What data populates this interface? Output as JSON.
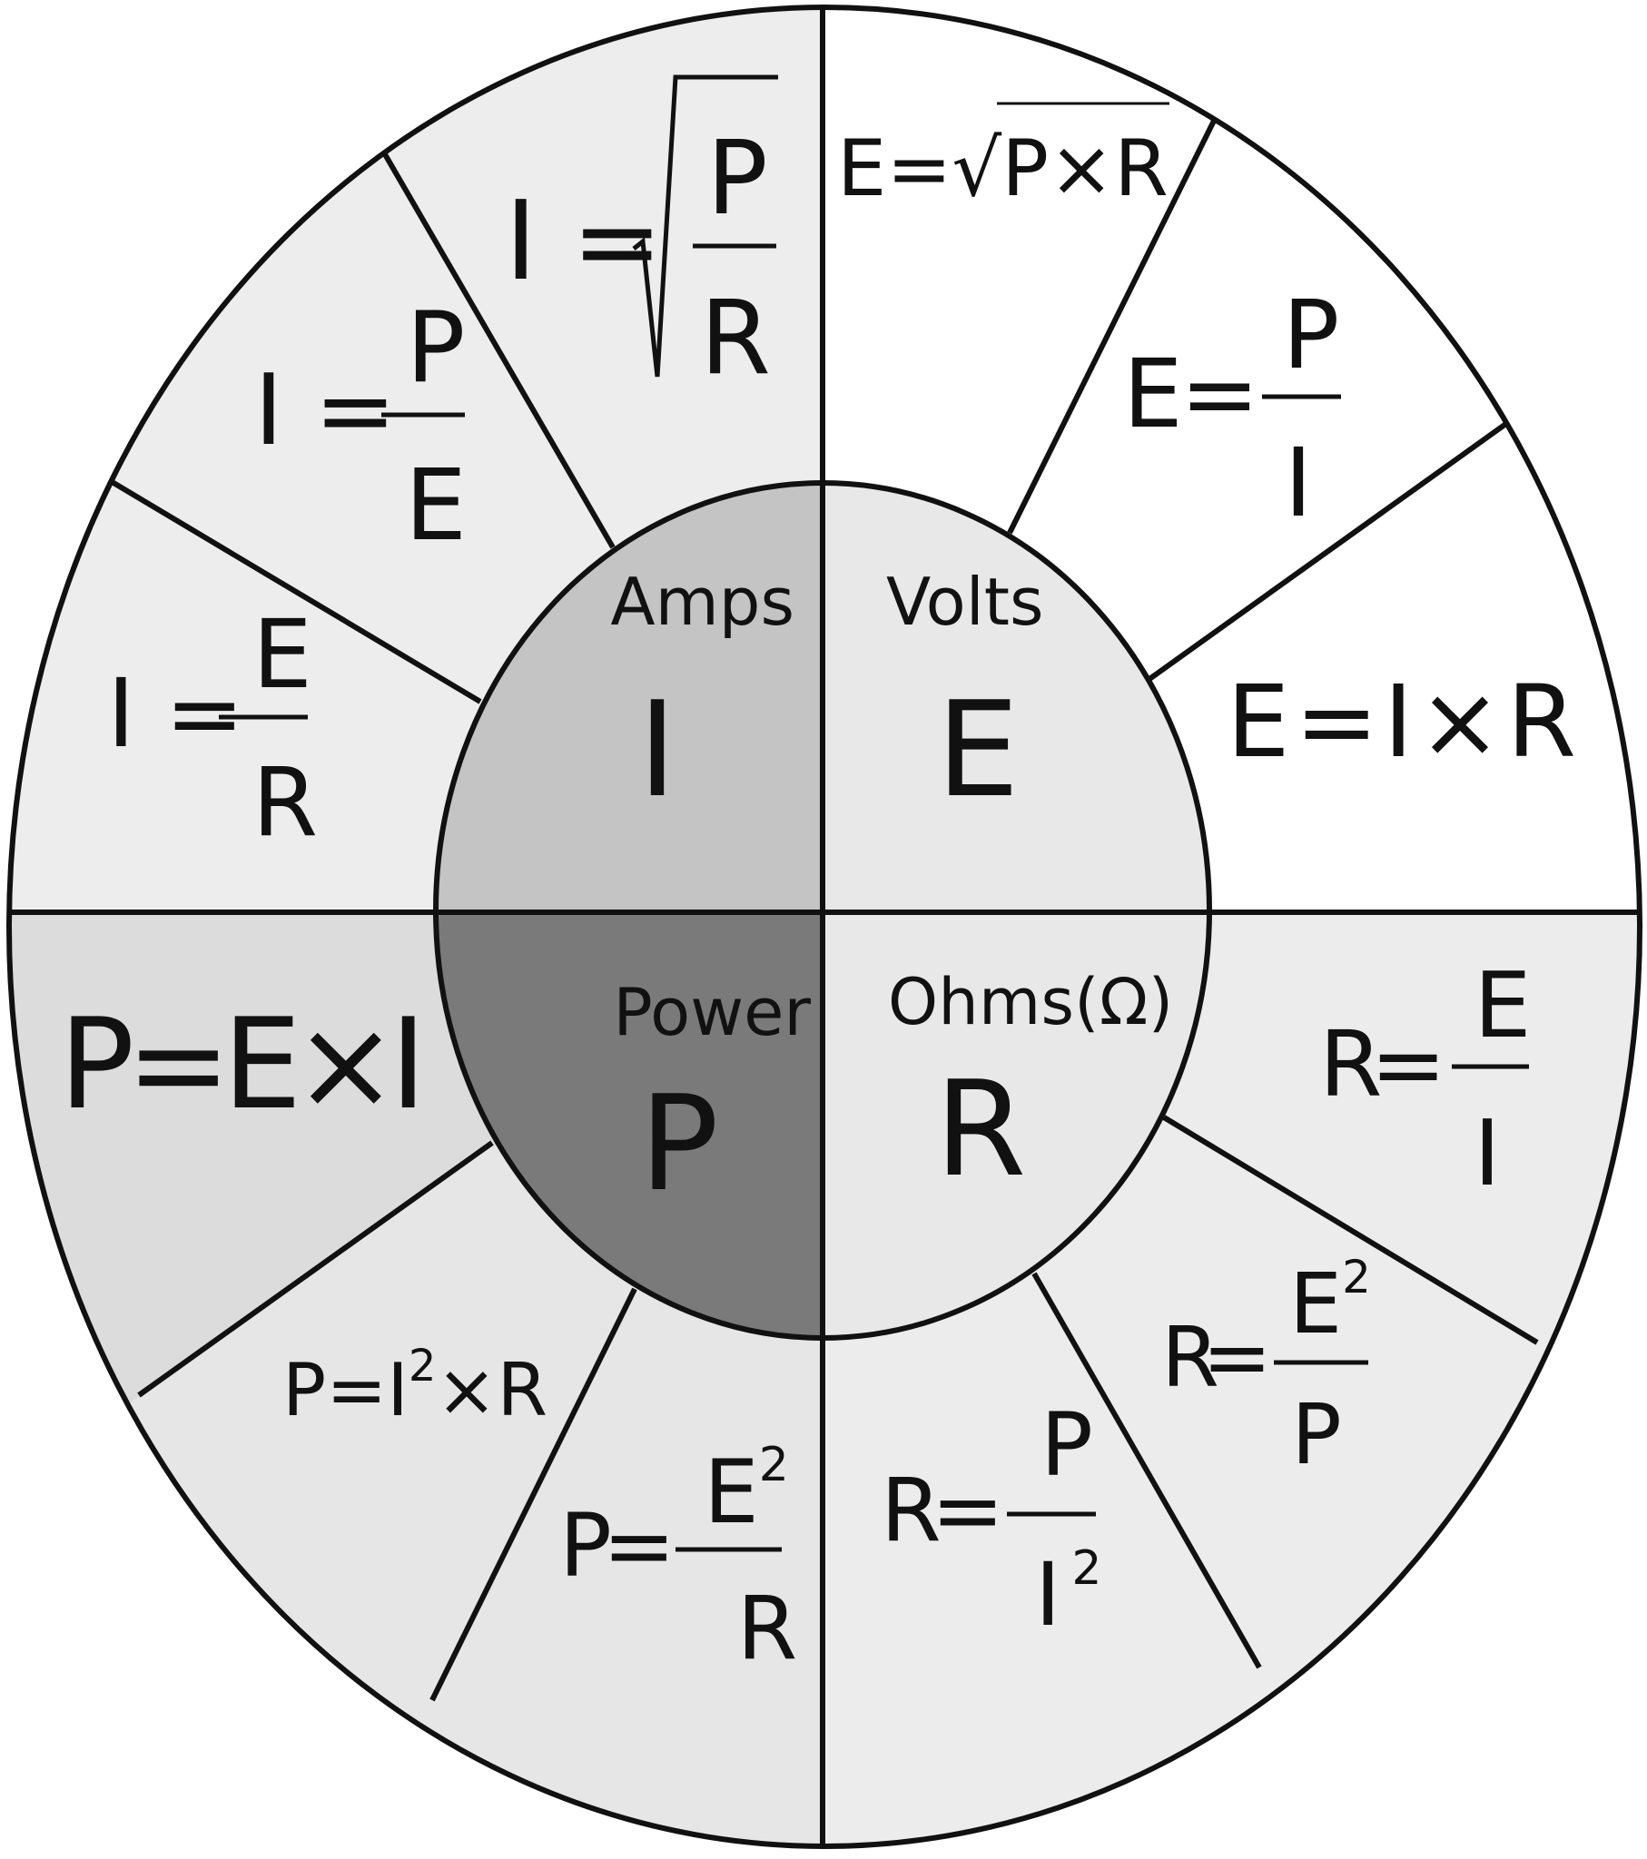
{
  "title": "Ohm's Law Wheel",
  "colors": {
    "upper_left_segments": "#ededed",
    "upper_right_segments": "#ffffff",
    "lower_left_segments": "#e6e6e6",
    "power_product_segment": "#dcdcdc",
    "lower_right_segments": "#ececec",
    "center_amps": "#c4c4c4",
    "center_volts": "#e8e8e8",
    "center_power": "#7a7a7a",
    "center_ohms": "#e8e8e8",
    "lines": "#111111"
  },
  "center": {
    "amps": {
      "label": "Amps",
      "symbol": "I"
    },
    "volts": {
      "label": "Volts",
      "symbol": "E"
    },
    "power": {
      "label": "Power",
      "symbol": "P"
    },
    "ohms": {
      "label": "Ohms(Ω)",
      "symbol": "R"
    }
  },
  "formulas": {
    "i_sqrt_p_over_r": {
      "lhs": "I =",
      "num": "P",
      "den": "R"
    },
    "e_sqrt_p_times_r": {
      "lhs": "E=",
      "radical": "√",
      "expr": "P×R"
    },
    "i_p_over_e": {
      "lhs": "I =",
      "num": "P",
      "den": "E"
    },
    "i_e_over_r": {
      "lhs": "I =",
      "num": "E",
      "den": "R"
    },
    "e_p_over_i": {
      "lhs": "E =",
      "num": "P",
      "den": "I"
    },
    "e_i_times_r": {
      "text": "E=I×R"
    },
    "p_e_times_i": {
      "text": "P=E×I"
    },
    "r_e_over_i": {
      "lhs": "R=",
      "num": "E",
      "den": "I"
    },
    "p_i2_times_r": {
      "a": "P=I",
      "exp": "2",
      "b": "×R"
    },
    "r_e2_over_p": {
      "lhs": "R=",
      "num": "E",
      "exp": "2",
      "den": "P"
    },
    "p_e2_over_r": {
      "lhs": "P=",
      "num": "E",
      "exp": "2",
      "den": "R"
    },
    "r_p_over_i2": {
      "lhs": "R=",
      "num": "P",
      "den": "I",
      "exp": "2"
    }
  }
}
